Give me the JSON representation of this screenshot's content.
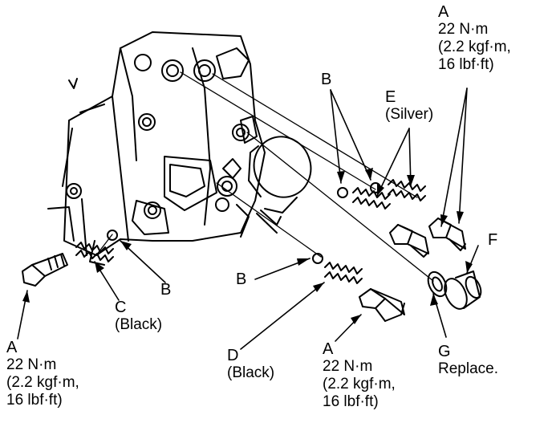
{
  "callouts": {
    "a_top_right": {
      "letter": "A",
      "lines": [
        "22 N·m",
        "(2.2 kgf·m,",
        "16 lbf·ft)"
      ]
    },
    "a_bottom_left": {
      "letter": "A",
      "lines": [
        "22 N·m",
        "(2.2 kgf·m,",
        "16 lbf·ft)"
      ]
    },
    "a_bottom_mid": {
      "letter": "A",
      "lines": [
        "22 N·m",
        "(2.2 kgf·m,",
        "16 lbf·ft)"
      ]
    },
    "b_top": {
      "letter": "B"
    },
    "b_left": {
      "letter": "B"
    },
    "b_mid": {
      "letter": "B"
    },
    "c": {
      "letter": "C",
      "note": "(Black)"
    },
    "d": {
      "letter": "D",
      "note": "(Black)"
    },
    "e": {
      "letter": "E",
      "note": "(Silver)"
    },
    "f": {
      "letter": "F"
    },
    "g": {
      "letter": "G",
      "note": "Replace."
    }
  },
  "colors": {
    "line": "#000000",
    "background": "#ffffff"
  }
}
